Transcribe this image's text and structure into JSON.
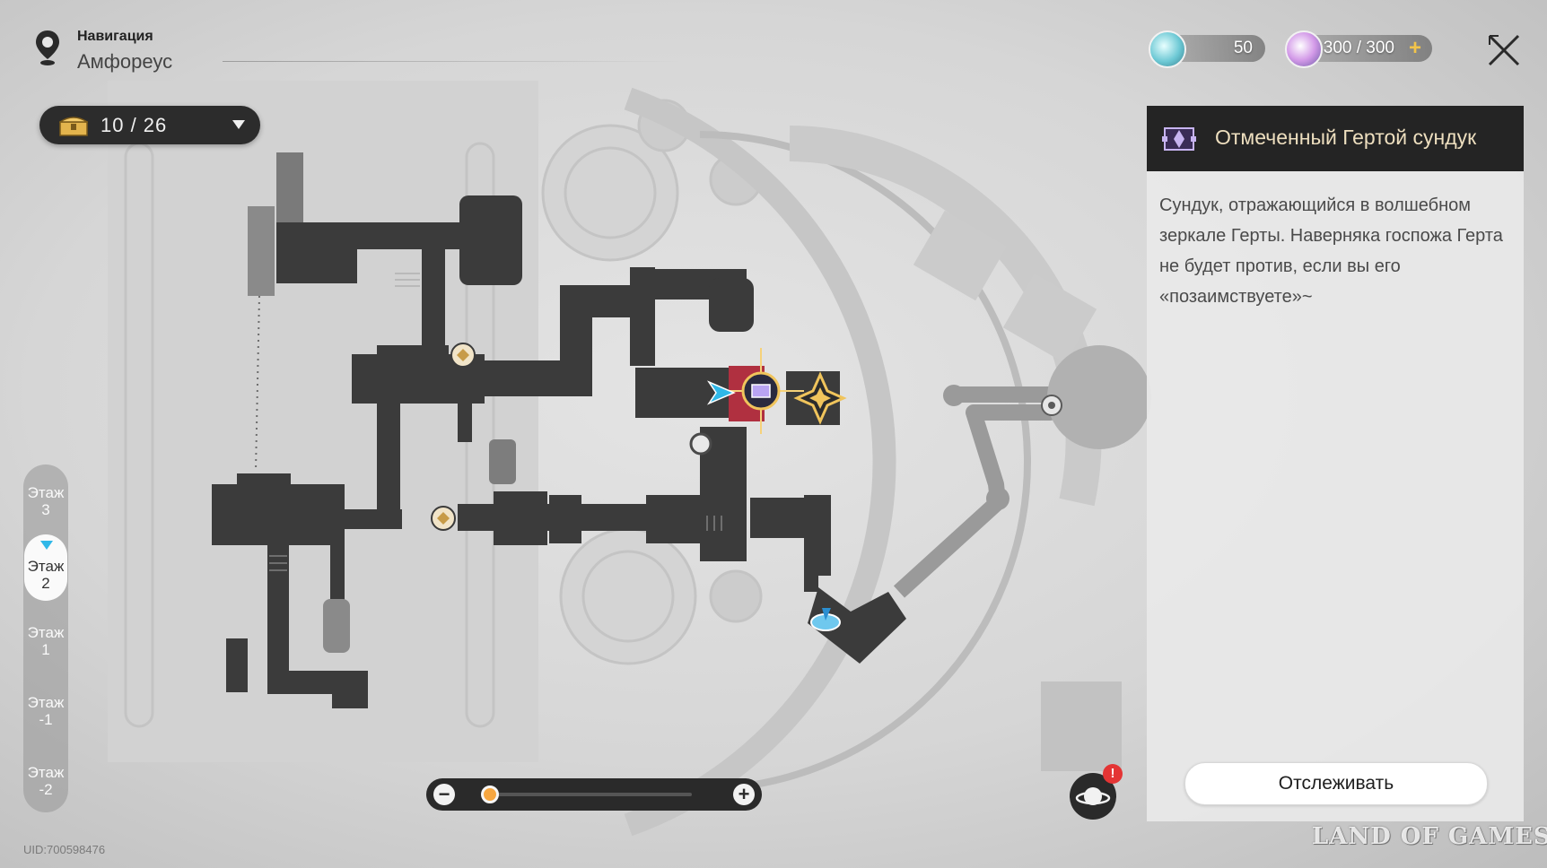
{
  "navigation": {
    "label": "Навигация",
    "location": "Амфореус"
  },
  "chests": {
    "count_text": "10 / 26"
  },
  "resources": {
    "reserve_power": "50",
    "trailblaze_power": "300 / 300",
    "add_symbol": "+"
  },
  "panel": {
    "title": "Отмеченный Гертой сундук",
    "description": "Сундук, отражающийся в волшебном зеркале Герты. Наверняка госпожа Герта не будет против, если вы его «позаимствуете»~",
    "track_button": "Отслеживать"
  },
  "floors": [
    {
      "label": "Этаж 3",
      "active": false
    },
    {
      "label": "Этаж 2",
      "active": true
    },
    {
      "label": "Этаж 1",
      "active": false
    },
    {
      "label": "Этаж -1",
      "active": false
    },
    {
      "label": "Этаж -2",
      "active": false
    }
  ],
  "zoom": {
    "minus": "−",
    "plus": "+",
    "level": 0.04
  },
  "badge": "!",
  "uid": "UID:700598476",
  "watermark": "LAND OF GAMES",
  "colors": {
    "map_room": "#3b3b3b",
    "map_bg": "#d9d9d9",
    "panel_header": "#242424",
    "panel_title": "#eedfbf",
    "accent_gold": "#e0a23c",
    "player_arrow": "#30b8e8",
    "mark_red": "#c0303a"
  },
  "icons": {
    "nav": "map-pin-icon",
    "chest": "treasure-chest-icon",
    "close": "close-x-icon",
    "planet": "planet-icon"
  }
}
